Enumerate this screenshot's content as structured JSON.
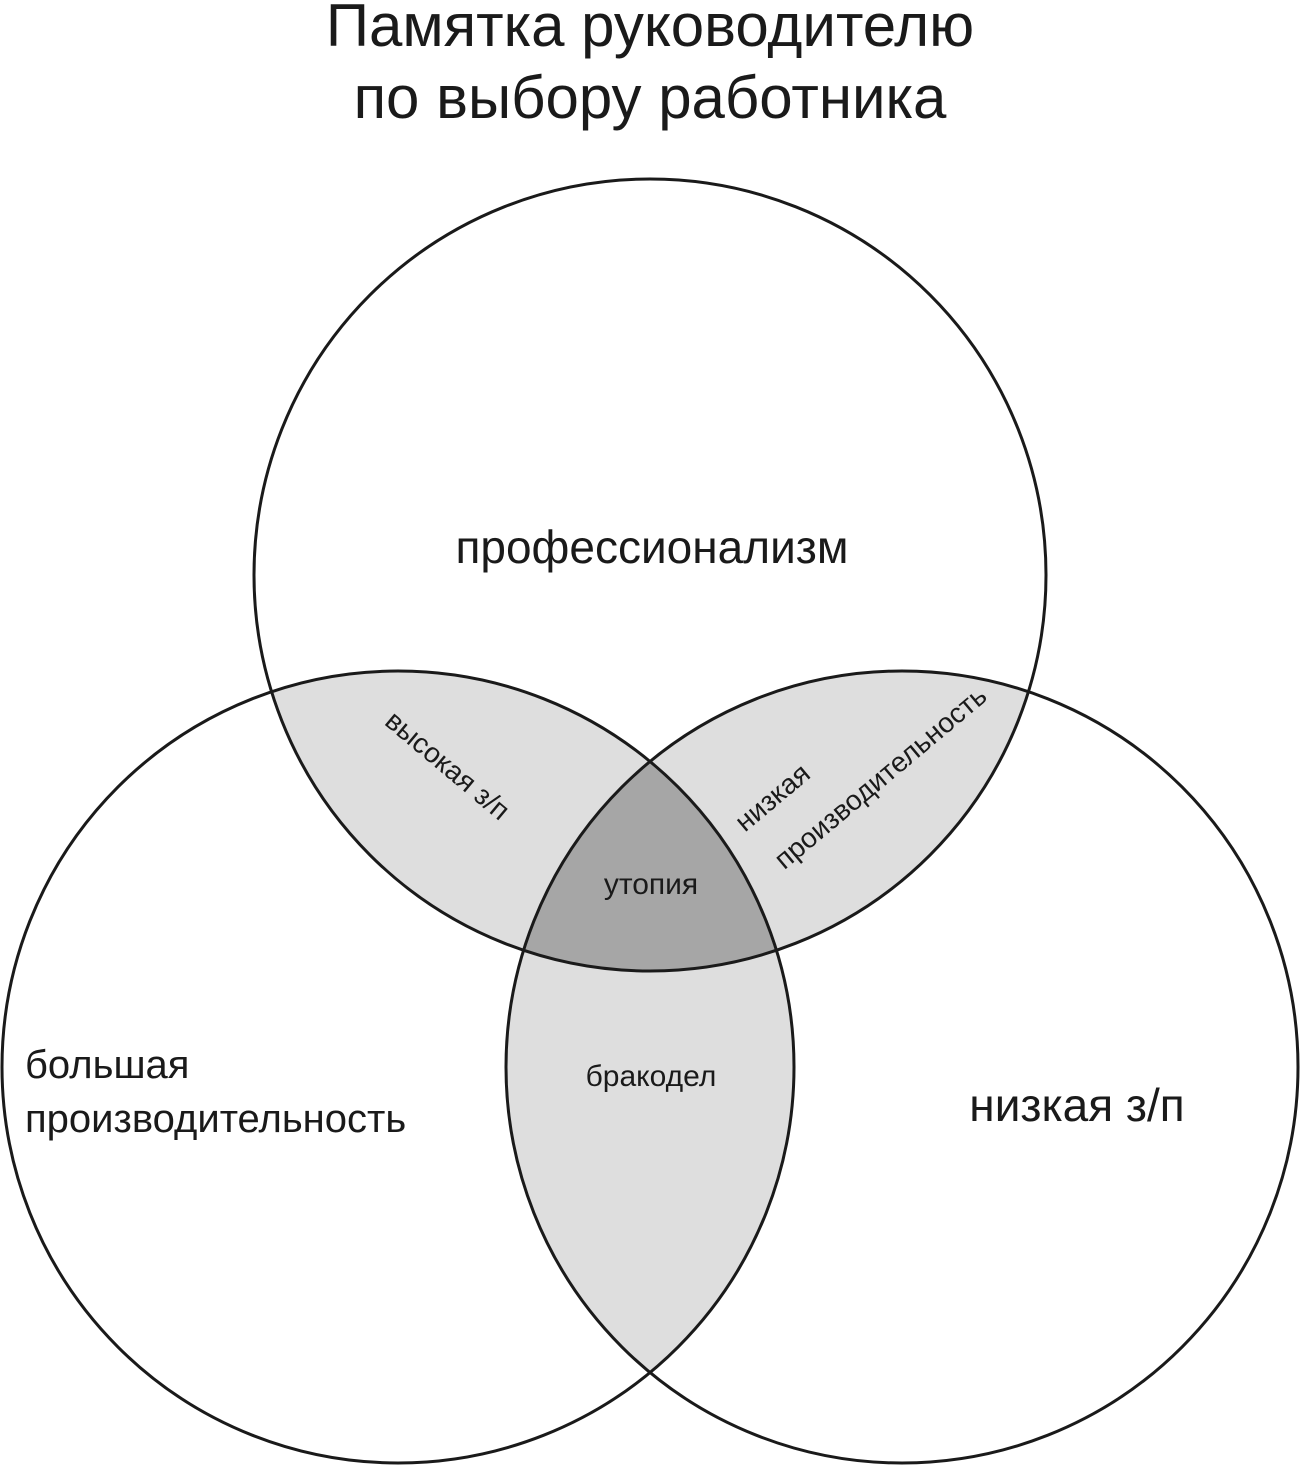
{
  "title": {
    "line1": "Памятка руководителю",
    "line2": "по выбору работника"
  },
  "circles": {
    "top": "профессионализм",
    "left_line1": "большая",
    "left_line2": "производительность",
    "right": "низкая з/п"
  },
  "intersections": {
    "top_left": "высокая з/п",
    "top_right_line1": "низкая",
    "top_right_line2": "производительность",
    "left_right": "бракодел",
    "center": "утопия"
  },
  "colors": {
    "background": "#ffffff",
    "outline": "#1a1a1a",
    "pair_overlap": "#dedede",
    "triple_overlap": "#a6a6a6"
  }
}
